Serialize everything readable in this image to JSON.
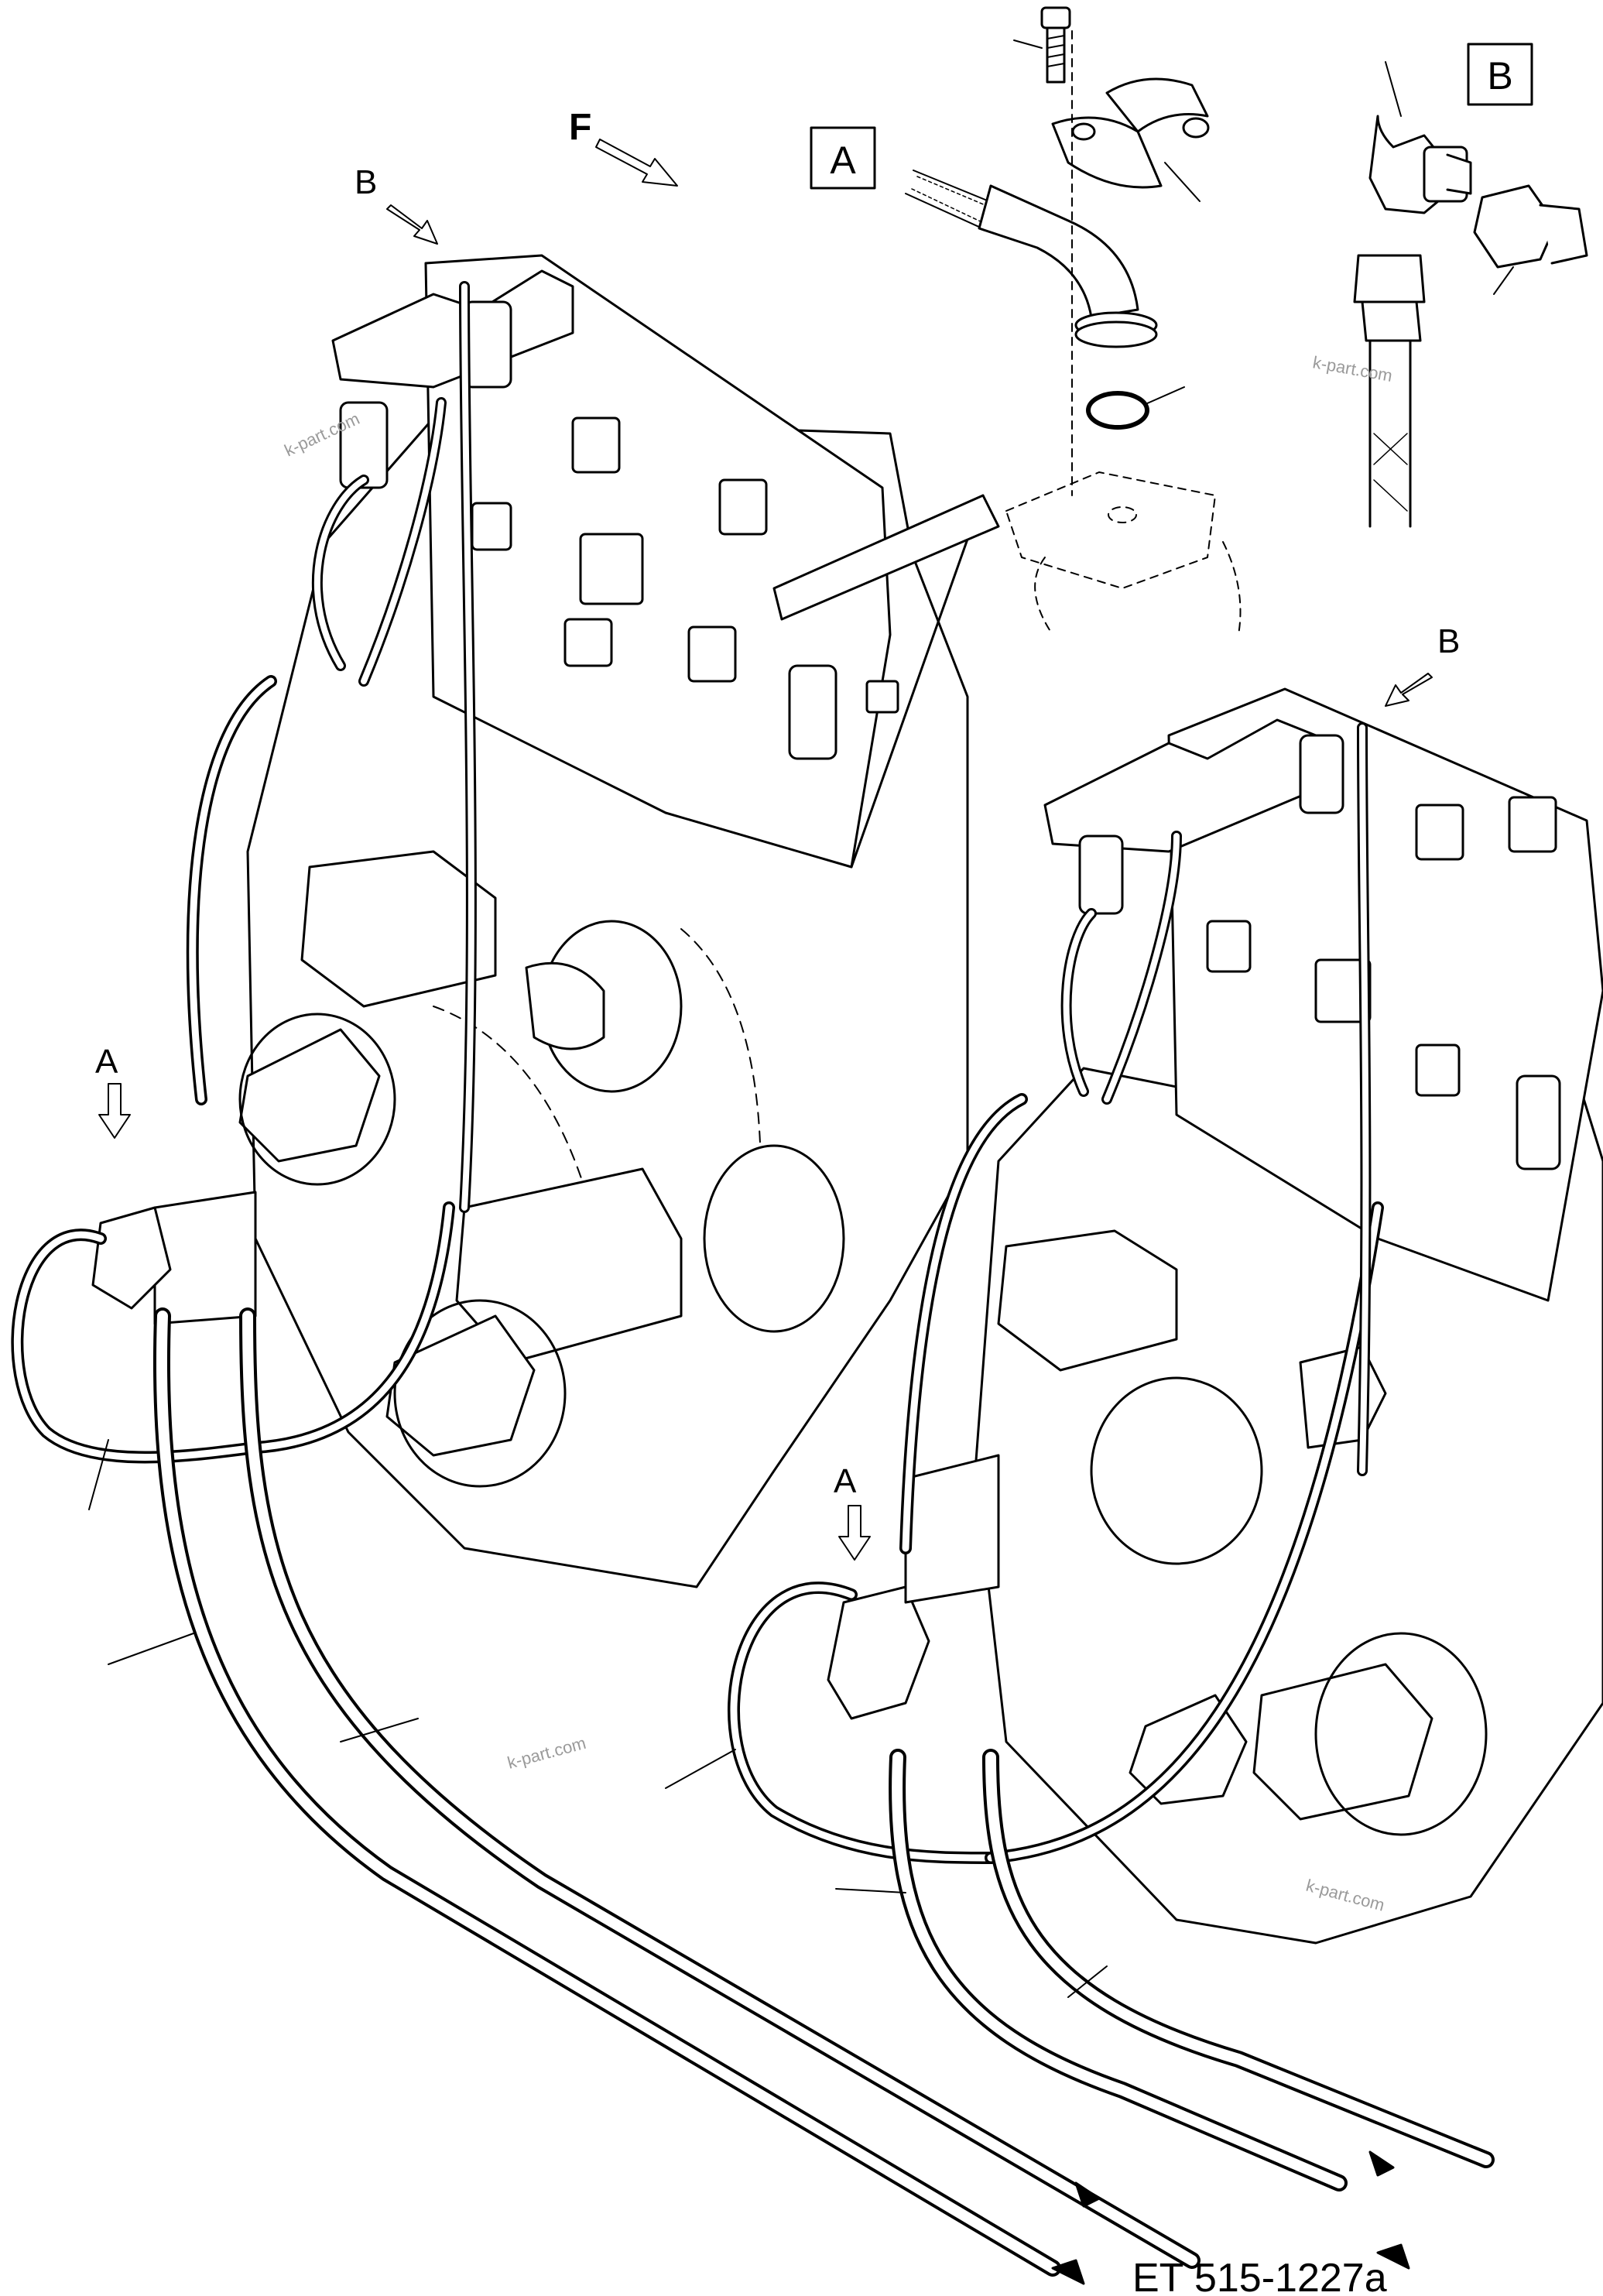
{
  "figure_code": "ET 515-1227a",
  "detail_a_label": "A",
  "detail_b_label": "B",
  "flow_marker": "F",
  "callouts": {
    "b_upper": "B",
    "b_right": "B",
    "a_left": "A",
    "a_lower": "A"
  },
  "watermarks": [
    "k-part.com",
    "k-part.com",
    "k-part.com",
    "k-part.com"
  ],
  "colors": {
    "line": "#000000",
    "hose_fill": "#bdbdbd",
    "background": "#ffffff"
  }
}
